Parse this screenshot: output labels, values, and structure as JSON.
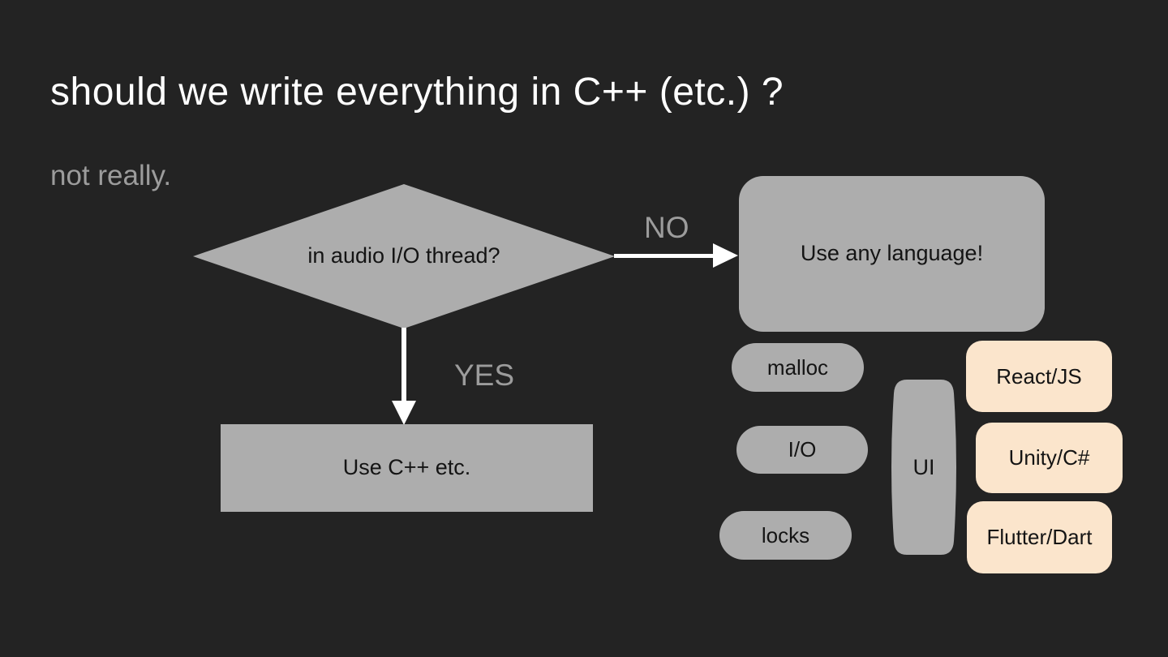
{
  "slide": {
    "title": "should we write everything in C++ (etc.) ?",
    "subtitle": "not really."
  },
  "flowchart": {
    "decision_question": "in audio I/O thread?",
    "no_label": "NO",
    "yes_label": "YES",
    "no_result": "Use any language!",
    "yes_result": "Use C++ etc.",
    "avoid_items": [
      "malloc",
      "I/O",
      "locks"
    ],
    "ui_node_label": "UI",
    "ui_frameworks": [
      "React/JS",
      "Unity/C#",
      "Flutter/Dart"
    ]
  },
  "colors": {
    "background": "#232323",
    "shape_gray": "#adadad",
    "shape_peach": "#fbe5cc",
    "label_gray": "#9c9c9c",
    "text_dark": "#141414",
    "text_white": "#ffffff"
  }
}
